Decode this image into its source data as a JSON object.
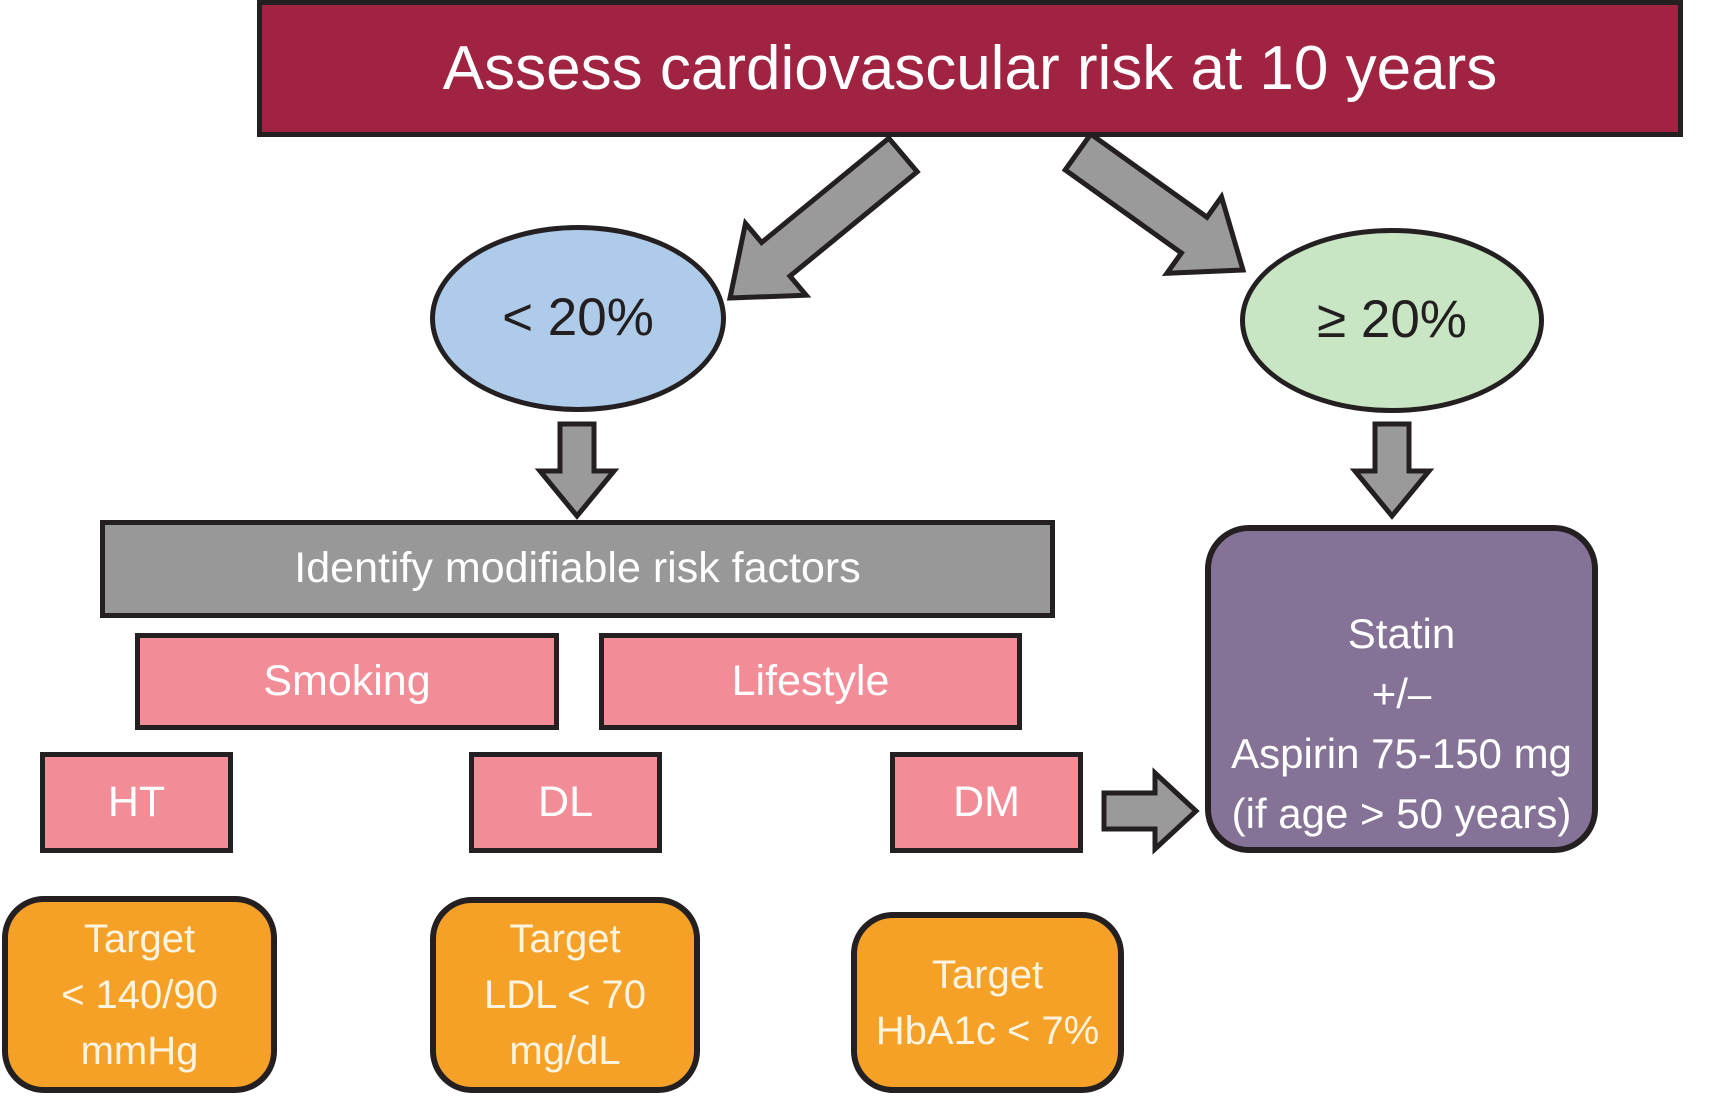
{
  "diagram": {
    "title": "Assess cardiovascular risk at 10 years",
    "low_risk_branch": {
      "label": "< 20%"
    },
    "high_risk_branch": {
      "label": "≥ 20%"
    },
    "risk_header": "Identify modifiable risk factors",
    "category_boxes": [
      {
        "label": "Smoking"
      },
      {
        "label": "Lifestyle"
      }
    ],
    "factor_boxes": [
      {
        "abbr": "HT",
        "target": "Target\n< 140/90\nmmHg"
      },
      {
        "abbr": "DL",
        "target": "Target\nLDL < 70\nmg/dL"
      },
      {
        "abbr": "DM",
        "target": "Target\nHbA1c < 7%"
      }
    ],
    "treatment_box": {
      "text": "Statin\n+/–\nAspirin 75-150 mg\n(if age > 50 years)"
    }
  },
  "colors": {
    "banner": "#a02341",
    "ellipse_low": "#aecbea",
    "ellipse_high": "#c9e6c4",
    "gray_bar": "#989898",
    "pink": "#f28d98",
    "orange": "#f5a128",
    "orange_text": "#fdf4e0",
    "purple": "#857397",
    "arrow_gray": "#9a9a9a",
    "outline": "#242021",
    "node_text_dark": "#231f20",
    "white_text": "#ffffff"
  }
}
